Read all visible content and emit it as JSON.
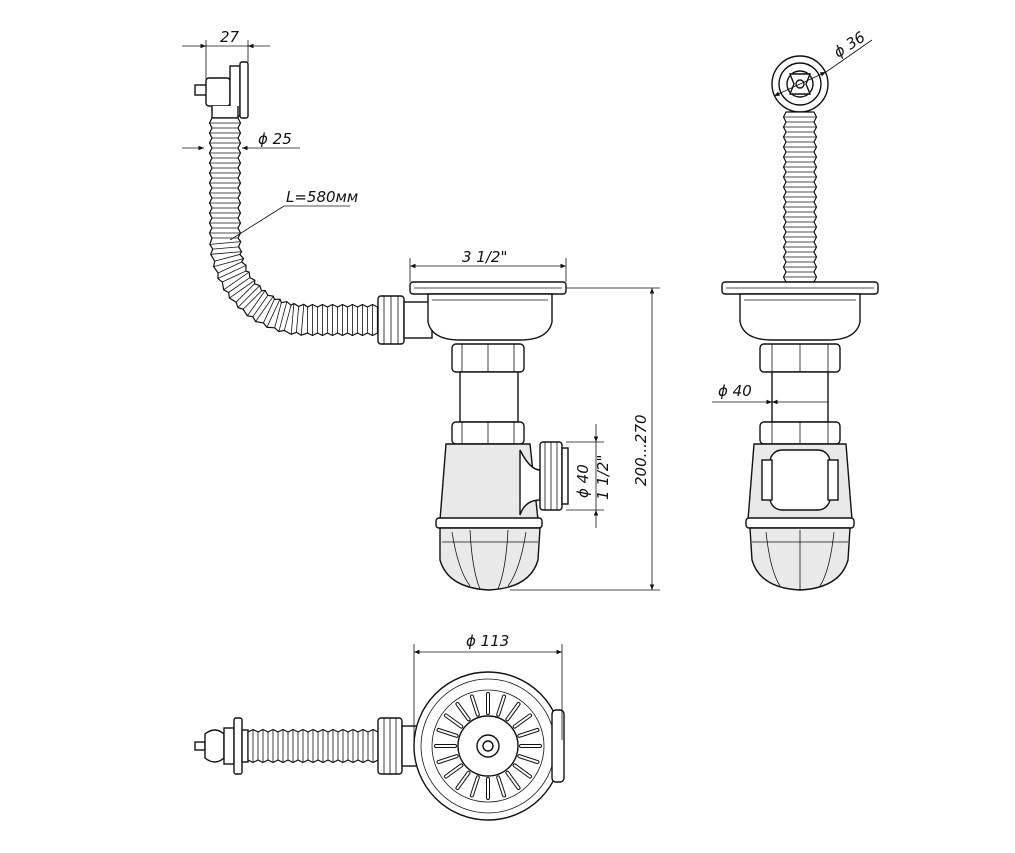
{
  "dimensions": {
    "overflow_width": "27",
    "hose_diameter": "ϕ 25",
    "hose_length": "L=580мм",
    "outlet_thread": "3 1/2\"",
    "height_range": "200...270",
    "outlet_diameter": "ϕ 40",
    "outlet_thread_side": "1 1/2\"",
    "right_pipe_diameter": "ϕ 40",
    "overflow_head_diameter": "ϕ 36",
    "strainer_diameter": "ϕ 113"
  }
}
